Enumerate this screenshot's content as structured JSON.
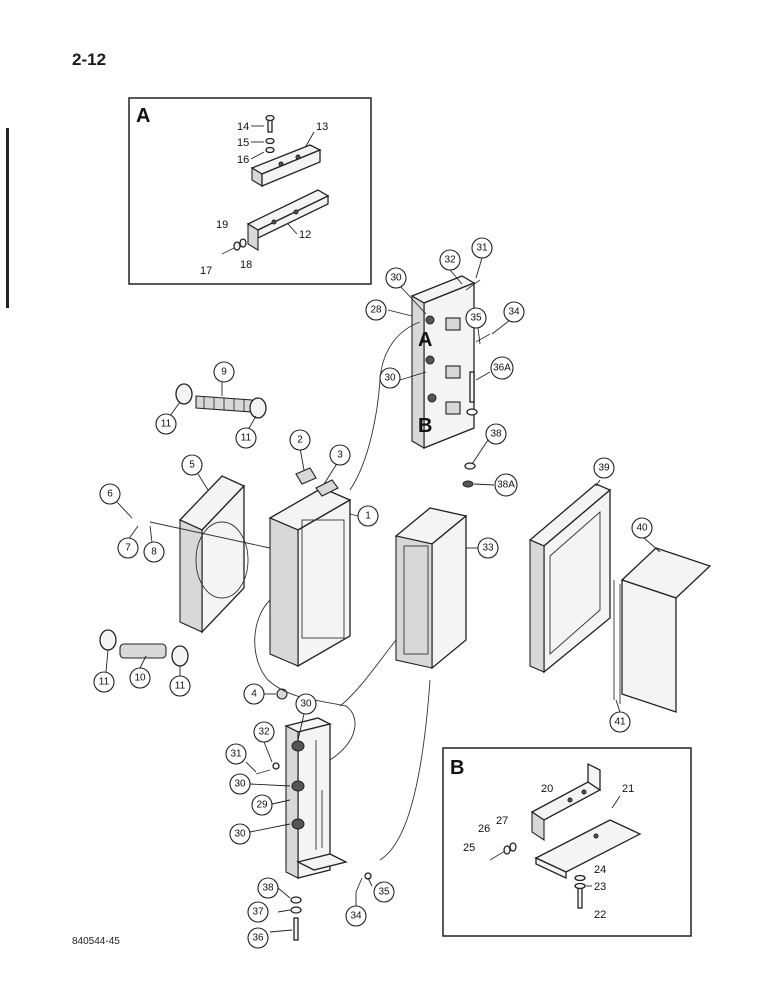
{
  "page": {
    "number": "2-12",
    "doc_code": "840544-45"
  },
  "insets": {
    "a_letter": "A",
    "b_letter": "B"
  },
  "plate_letters": {
    "upper_a": "A",
    "upper_b": "B"
  },
  "labels": {
    "inset_a": [
      "14",
      "15",
      "16",
      "13",
      "19",
      "12",
      "17",
      "18"
    ],
    "inset_b": [
      "20",
      "21",
      "27",
      "26",
      "25",
      "24",
      "23",
      "22"
    ],
    "callouts": [
      "31",
      "32",
      "30",
      "28",
      "34",
      "35",
      "30",
      "36A",
      "9",
      "11",
      "11",
      "2",
      "3",
      "38",
      "5",
      "38A",
      "6",
      "1",
      "39",
      "7",
      "8",
      "33",
      "40",
      "11",
      "10",
      "11",
      "4",
      "30",
      "41",
      "32",
      "31",
      "30",
      "29",
      "30",
      "38",
      "35",
      "37",
      "34",
      "36"
    ]
  },
  "colors": {
    "ink": "#222222",
    "paper": "#ffffff"
  }
}
